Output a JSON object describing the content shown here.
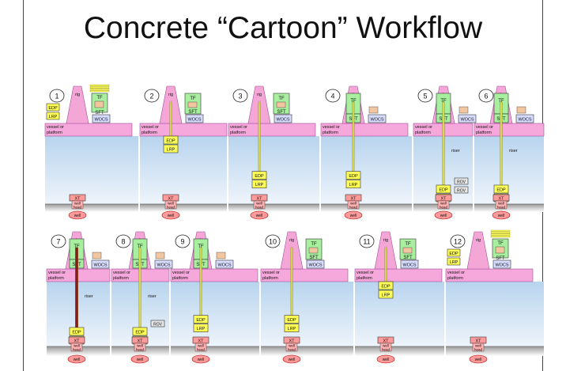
{
  "title": "Concrete “Cartoon” Workflow",
  "labels": {
    "rig": "rig",
    "tf": "TF",
    "sft": "SFT",
    "wocs": "WOCS",
    "vessel_line1": "vessel or",
    "vessel_line2": "platform",
    "edp": "EDP",
    "lrp": "LRP",
    "riser": "riser",
    "rov": "ROV",
    "xt": "XT",
    "well_head_line1": "well",
    "well_head_line2": "head",
    "well": "well"
  },
  "steps": [
    {
      "number": "1"
    },
    {
      "number": "2"
    },
    {
      "number": "3"
    },
    {
      "number": "4"
    },
    {
      "number": "5"
    },
    {
      "number": "6"
    },
    {
      "number": "7"
    },
    {
      "number": "8"
    },
    {
      "number": "9"
    },
    {
      "number": "10"
    },
    {
      "number": "11"
    },
    {
      "number": "12"
    }
  ],
  "colors": {
    "rig": "#f4a6d7",
    "vessel": "#f6a8dc",
    "tf": "#a8f0a0",
    "edp": "#ffff55",
    "wocs": "#d6dcff",
    "xt": "#ff9a9a",
    "sea_top": "#b8d4ee",
    "sea_bottom": "#eef4fb",
    "pipe": "#d8d84a",
    "riser_dark": "#8b1a1a",
    "rov": "#e6e6e6"
  }
}
